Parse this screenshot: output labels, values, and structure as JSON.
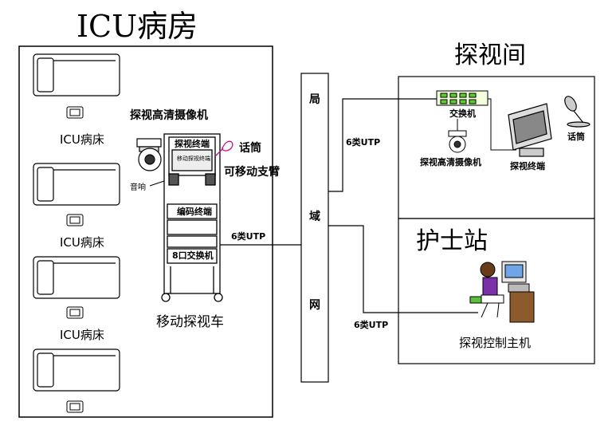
{
  "icu": {
    "title": "ICU病房",
    "bed_label": "ICU病床",
    "camera_label": "探视高清摄像机",
    "microphone_label": "话筒",
    "arm_label": "可移动支臂",
    "speaker_label": "音响",
    "cart_terminal_label": "探视终端",
    "cart_screen_text": "移动探视终端",
    "encoder_label": "编码终端",
    "switch_label": "8口交换机",
    "cart_label": "移动探视车"
  },
  "lan": {
    "chars": [
      "局",
      "域",
      "网"
    ]
  },
  "cables": {
    "utp_label": "6类UTP"
  },
  "visit_room": {
    "title": "探视间",
    "switch_label": "交换机",
    "camera_label": "探视高清摄像机",
    "terminal_label": "探视终端",
    "microphone_label": "话筒"
  },
  "nurse_station": {
    "title": "护士站",
    "host_label": "探视控制主机"
  }
}
